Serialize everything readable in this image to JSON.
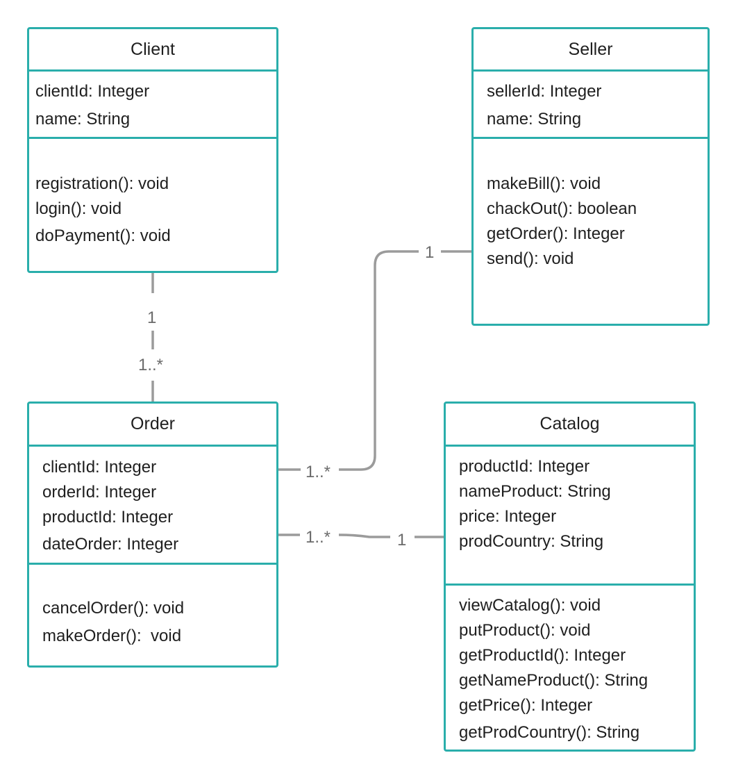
{
  "classes": {
    "client": {
      "name": "Client",
      "attributes": [
        "clientId: Integer",
        "name: String"
      ],
      "methods": [
        "registration(): void",
        "login(): void",
        "doPayment(): void"
      ]
    },
    "seller": {
      "name": "Seller",
      "attributes": [
        "sellerId: Integer",
        "name: String"
      ],
      "methods": [
        "makeBill(): void",
        "chackOut(): boolean",
        "getOrder(): Integer",
        "send(): void"
      ]
    },
    "order": {
      "name": "Order",
      "attributes": [
        "clientId: Integer",
        "orderId: Integer",
        "productId: Integer",
        "dateOrder: Integer"
      ],
      "methods": [
        "cancelOrder(): void",
        "makeOrder():  void"
      ]
    },
    "catalog": {
      "name": "Catalog",
      "attributes": [
        "productId: Integer",
        "nameProduct: String",
        "price: Integer",
        "prodCountry: String"
      ],
      "methods": [
        "viewCatalog(): void",
        "putProduct(): void",
        "getProductId(): Integer",
        "getNameProduct(): String",
        "getPrice(): Integer",
        "getProdCountry(): String"
      ]
    }
  },
  "associations": {
    "client_order": {
      "client_end": "1",
      "order_end": "1..*"
    },
    "seller_order": {
      "seller_end": "1",
      "order_end": "1..*"
    },
    "order_catalog": {
      "order_end": "1..*",
      "catalog_end": "1"
    }
  },
  "colors": {
    "class_border": "#2aaeab",
    "connector": "#9b9b9b",
    "multiplicity_text": "#6b6b6b",
    "text": "#1f1f1f"
  }
}
